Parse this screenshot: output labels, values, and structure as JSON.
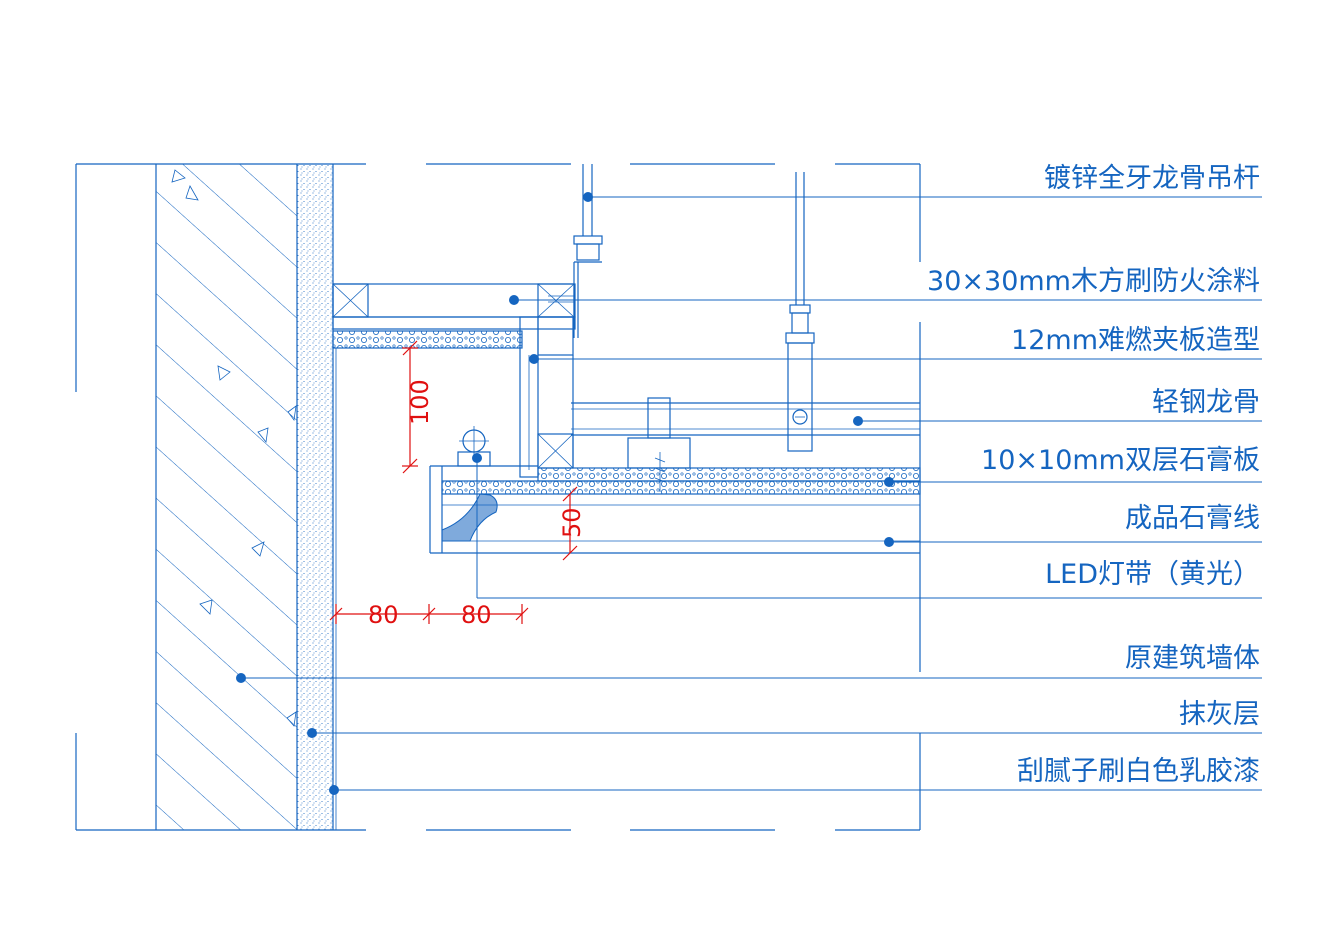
{
  "labels": [
    "镀锌全牙龙骨吊杆",
    "30×30mm木方刷防火涂料",
    "12mm难燃夹板造型",
    "轻钢龙骨",
    "10×10mm双层石膏板",
    "成品石膏线",
    "LED灯带（黄光）",
    "原建筑墙体",
    "抹灰层",
    "刮腻子刷白色乳胶漆"
  ],
  "dimensions": {
    "vertical_100": "100",
    "vertical_50": "50",
    "horizontal_80_a": "80",
    "horizontal_80_b": "80"
  },
  "colors": {
    "line": "#1565c0",
    "dimension": "#e01010",
    "background": "#ffffff"
  }
}
